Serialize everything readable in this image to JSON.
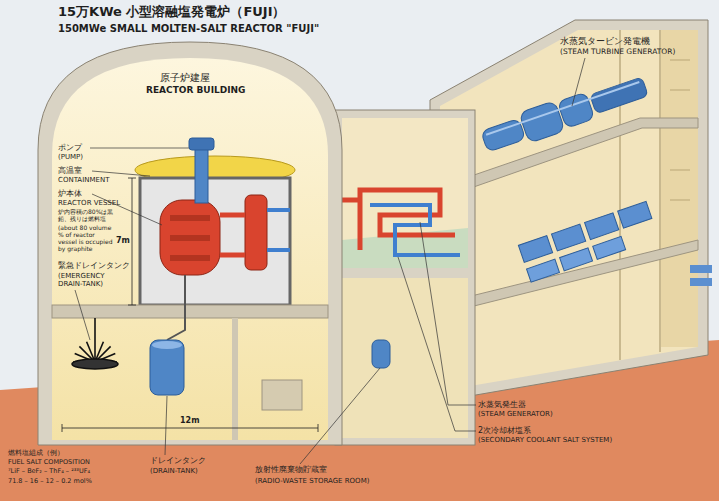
{
  "diagram": {
    "title": "15万KWe 小型溶融塩発電炉（FUJI）",
    "labels": [
      "150MWe SMALL MOLTEN-SALT REACTOR \"FUJI\"",
      "原子炉建屋",
      "REACTOR BUILDING",
      "水蒸気タービン発電機",
      "(STEAM TURBINE GENERATOR)",
      "ポンプ",
      "(PUMP)",
      "高温室",
      "CONTAINMENT",
      "炉本体",
      "REACTOR VESSEL",
      "炉内容積の80%は黒鉛、残りは燃料塩",
      "(about 80 volume % of reactor vessel is occupied by graphite",
      "7m",
      "緊急ドレインタンク",
      "(EMERGENCY DRAIN-TANK)",
      "12m",
      "水蒸気発生器",
      "(STEAM GENERATOR)",
      "2次冷却材塩系",
      "(SECONDARY COOLANT SALT SYSTEM)",
      "燃料塩組成（例）",
      "FUEL SALT COMPOSITION",
      "⁷LiF – BeF₂ – ThF₄ – ²³³UF₄",
      "71.8 – 16 – 12 – 0.2 mol%",
      "ドレインタンク",
      "(DRAIN-TANK)",
      "放射性廃棄物貯蔵室",
      "(RADIO-WASTE STORAGE ROOM)"
    ]
  }
}
